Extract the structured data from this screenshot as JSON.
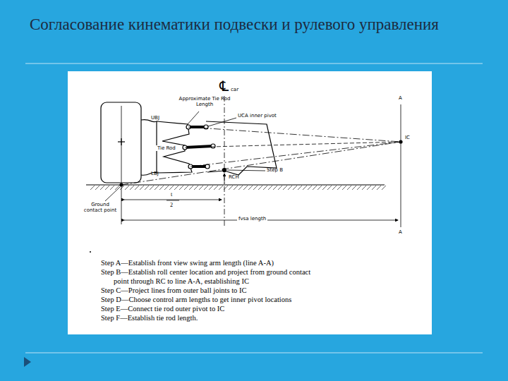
{
  "diagram": {
    "title": "Согласование кинематики подвески и рулевого управления",
    "labels": [
      "℄",
      "car",
      "Approximate Tie Rod Length",
      "UCA inner pivot",
      "UBJ",
      "Tie Rod",
      "LBJ",
      "Step B",
      "RCH",
      "IC",
      "A",
      "A",
      "Ground contact point",
      "t",
      "2",
      "fvsa length",
      "Step A—Establish front view swing arm length (line A-A)",
      "Step B—Establish roll center location and project from ground contact point through RC to line A-A, establishing IC",
      "Step C—Project lines from outer ball joints to IC",
      "Step D—Choose control arm lengths to get inner pivot locations",
      "Step E—Connect tie rod outer pivot to IC",
      "Step F—Establish tie rod length."
    ]
  }
}
